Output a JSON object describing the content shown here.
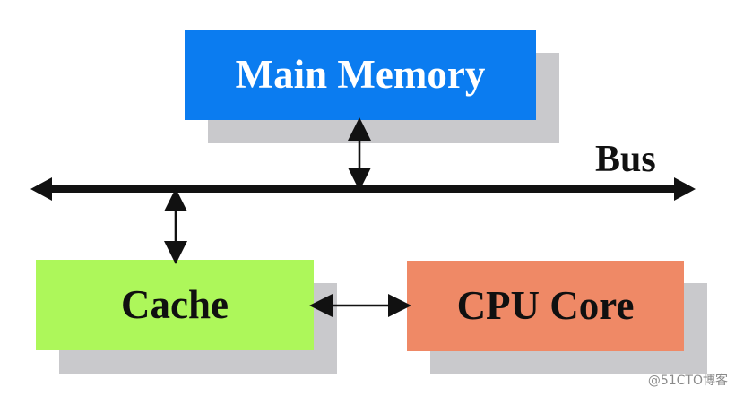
{
  "diagram": {
    "bus_label": "Bus",
    "boxes": {
      "main_memory": {
        "label": "Main Memory",
        "color": "#0b7cf0"
      },
      "cache": {
        "label": "Cache",
        "color": "#adf75a"
      },
      "cpu_core": {
        "label": "CPU Core",
        "color": "#ef8966"
      }
    },
    "shadow_color": "#c9c9cc"
  },
  "watermark": "@51CTO博客"
}
